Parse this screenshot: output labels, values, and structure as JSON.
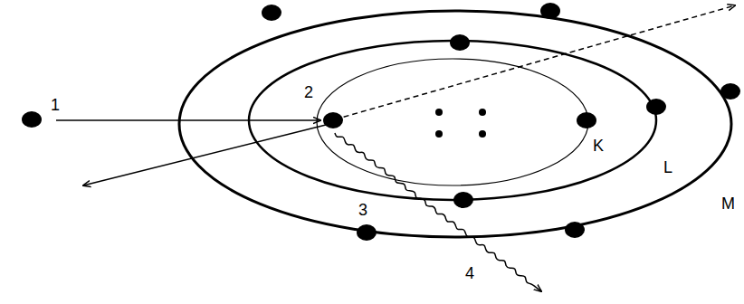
{
  "diagram": {
    "labels": [
      "1",
      "2",
      "3",
      "4",
      "K",
      "L",
      "M"
    ]
  }
}
